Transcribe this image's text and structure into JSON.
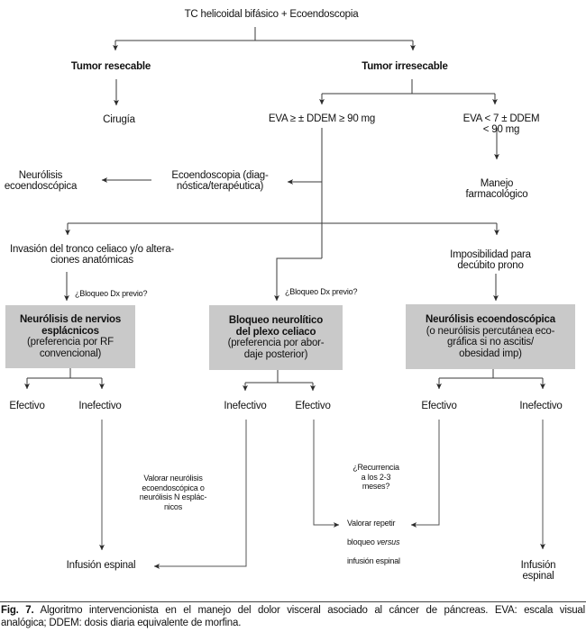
{
  "figure": {
    "root": "TC helicoidal bifásico + Ecoendoscopia",
    "left_branch": {
      "tumor_resecable": "Tumor resecable",
      "cirugia": "Cirugía"
    },
    "right_branch": {
      "tumor_irresecable": "Tumor irresecable",
      "eva_high": "EVA ≥ ± DDEM ≥ 90 mg",
      "eva_low": "EVA < 7 ± DDEM < 90 mg",
      "manejo_farmacologico": "Manejo farmacológico",
      "ecoendoscopia": "Ecoendoscopia (diag-\nnóstica/terapéutica)",
      "neurolisis_ecoendoscopica": "Neurólisis\necoendoscópica",
      "invasion_tronco": "Invasión del tronco celiaco y/o altera-\nciones anatómicas",
      "imposibilidad_decubito": "Imposibilidad para\ndecúbito prono"
    },
    "questions": {
      "bloqueo_dx_izquierda": "¿Bloqueo Dx previo?",
      "bloqueo_dx_centro": "¿Bloqueo Dx previo?",
      "recurrencia": "¿Recurrencia\na los 2-3\nmeses?"
    },
    "boxes": {
      "esplacnicos": {
        "title": "Neurólisis de nervios\nesplácnicos",
        "detail": "(preferencia por RF\nconvencional)"
      },
      "plexo_celiaco": {
        "title": "Bloqueo neurolítico\ndel plexo celiaco",
        "detail": "(preferencia por abor-\ndaje posterior)"
      },
      "ecoendoscopica": {
        "title": "Neurólisis ecoendoscópica",
        "detail": "(o neurólisis percutánea eco-\ngráfica si no ascitis/\nobesidad imp)"
      }
    },
    "outcomes": {
      "left_efectivo": "Efectivo",
      "left_inefectivo": "Inefectivo",
      "mid_inefectivo": "Inefectivo",
      "mid_efectivo": "Efectivo",
      "right_efectivo": "Efectivo",
      "right_inefectivo": "Inefectivo"
    },
    "notes": {
      "valorar_neurolisis": "Valorar neurólisis\necoendoscópica o\nneurólisis N esplác-\nnicos",
      "valorar_repetir": {
        "line1": "Valorar repetir",
        "line2_text": "bloqueo ",
        "line2_italic": "versus",
        "line3": "infusión espinal"
      }
    },
    "terminals": {
      "infusion_izquierda": "Infusión espinal",
      "infusion_derecha": "Infusión espinal"
    },
    "caption": {
      "label": "Fig. 7.",
      "line1": "Algoritmo intervencionista en el manejo del dolor visceral asociado al cáncer de páncreas. EVA: escala visual",
      "line2": "analógica; DDEM: dosis diaria equivalente de morfina."
    },
    "colors": {
      "box_fill": "#c9c9c9",
      "line": "#3a3a3a",
      "text": "#111111"
    }
  }
}
